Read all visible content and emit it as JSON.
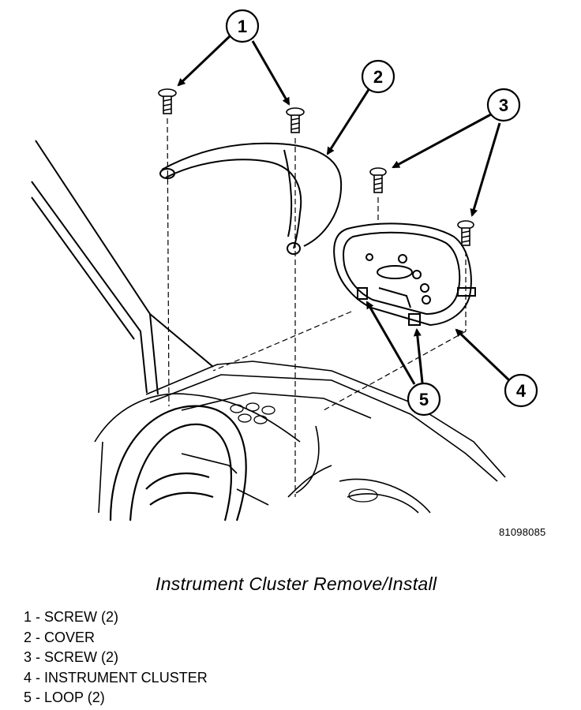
{
  "figure_id": "81098085",
  "caption": "Instrument Cluster Remove/Install",
  "callouts": [
    "1",
    "2",
    "3",
    "4",
    "5"
  ],
  "legend": [
    {
      "number": "1",
      "text": "SCREW (2)"
    },
    {
      "number": "2",
      "text": "COVER"
    },
    {
      "number": "3",
      "text": "SCREW (2)"
    },
    {
      "number": "4",
      "text": "INSTRUMENT CLUSTER"
    },
    {
      "number": "5",
      "text": "LOOP (2)"
    }
  ]
}
